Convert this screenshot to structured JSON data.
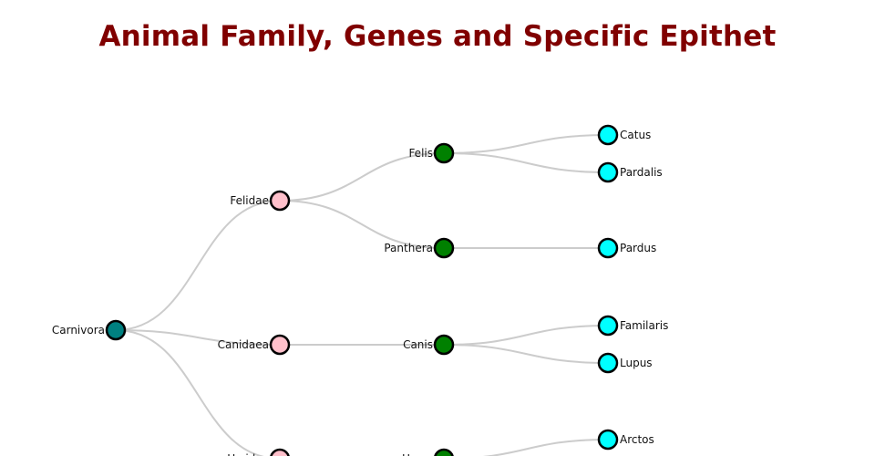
{
  "title": "Animal Family, Genes and Specific Epithet",
  "level_colors": [
    "#008080",
    "#ffc0cb",
    "#008000",
    "#00ffff"
  ],
  "tree": {
    "name": "Carnivora",
    "children": [
      {
        "name": "Felidae",
        "children": [
          {
            "name": "Felis",
            "children": [
              {
                "name": "Catus"
              },
              {
                "name": "Pardalis"
              }
            ]
          },
          {
            "name": "Panthera",
            "children": [
              {
                "name": "Pardus"
              }
            ]
          }
        ]
      },
      {
        "name": "Canidaea",
        "children": [
          {
            "name": "Canis",
            "children": [
              {
                "name": "Familaris"
              },
              {
                "name": "Lupus"
              }
            ]
          }
        ]
      },
      {
        "name": "Ursidae",
        "children": [
          {
            "name": "Ursus",
            "children": [
              {
                "name": "Arctos"
              }
            ]
          }
        ]
      }
    ]
  }
}
